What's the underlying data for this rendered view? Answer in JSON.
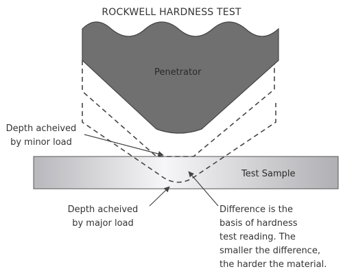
{
  "title": "ROCKWELL HARDNESS TEST",
  "penetrator_label": "Penetrator",
  "sample_label": "Test Sample",
  "minor_load_label": [
    "Depth acheived",
    "by minor load"
  ],
  "major_load_label": [
    "Depth acheived",
    "by major load"
  ],
  "difference_label": [
    "Difference is the",
    "basis of hardness",
    "test reading. The",
    "smaller the difference,",
    "the harder the material."
  ],
  "colors": {
    "penetrator_fill": "#707070",
    "sample_light": "#f4f4f6",
    "sample_dark": "#b4b4b8",
    "line": "#444444"
  }
}
